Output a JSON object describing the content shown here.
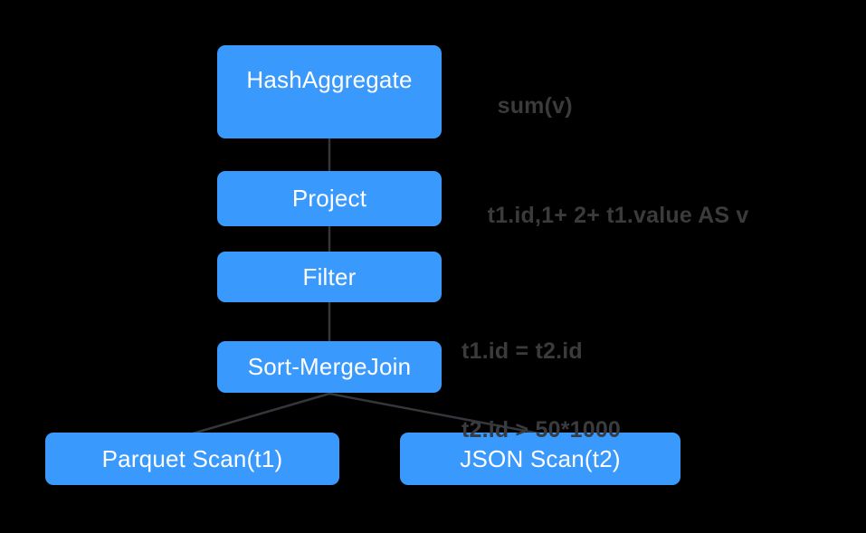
{
  "theme": {
    "background": "#000000",
    "node_fill": "#3a99fc",
    "node_text": "#ffffff",
    "connector": "#33363a",
    "annotation_text": "#3b3b3d"
  },
  "diagram": {
    "title": "query-execution-plan",
    "nodes": {
      "hash_aggregate": "HashAggregate",
      "project": "Project",
      "filter": "Filter",
      "sort_merge_join": "Sort-MergeJoin",
      "parquet_scan": "Parquet Scan(t1)",
      "json_scan": "JSON Scan(t2)"
    },
    "annotations": {
      "aggregate": "sum(v)",
      "project": "t1.id,1+ 2+ t1.value AS v",
      "filter_line1": "t1.id = t2.id",
      "filter_line2": "t2.id > 50*1000"
    },
    "edges": [
      {
        "from": "hash_aggregate",
        "to": "project"
      },
      {
        "from": "project",
        "to": "filter"
      },
      {
        "from": "filter",
        "to": "sort_merge_join"
      },
      {
        "from": "sort_merge_join",
        "to": "parquet_scan"
      },
      {
        "from": "sort_merge_join",
        "to": "json_scan"
      }
    ]
  }
}
